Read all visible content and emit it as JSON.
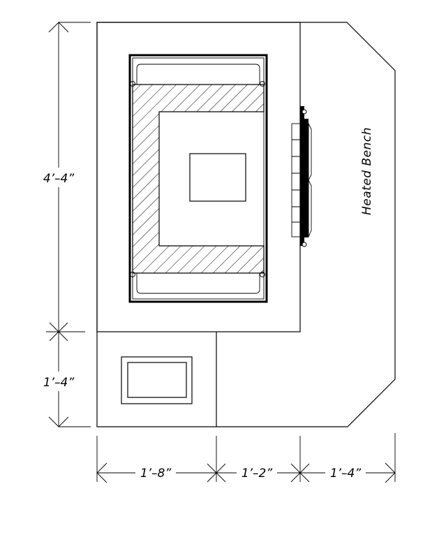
{
  "diagram": {
    "label_bench": "Heated Bench",
    "dimensions": {
      "height_upper": "4’–4”",
      "height_lower": "1’–4”",
      "width_left": "1’–8”",
      "width_middle": "1’–2”",
      "width_right": "1’–4”"
    }
  }
}
